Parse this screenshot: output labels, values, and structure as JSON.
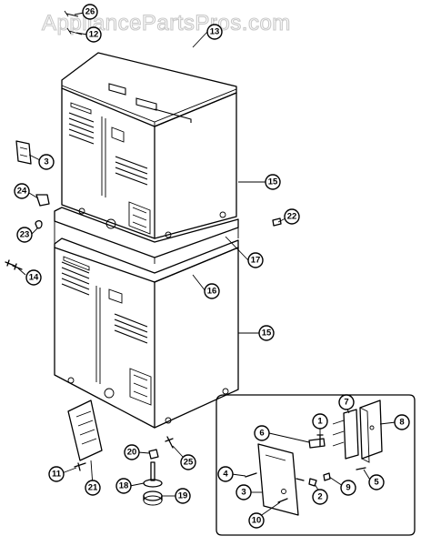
{
  "watermark": "AppliancePartsPros.com",
  "callouts": [
    {
      "id": "c26a",
      "label": "26"
    },
    {
      "id": "c12",
      "label": "12"
    },
    {
      "id": "c13",
      "label": "13"
    },
    {
      "id": "c3a",
      "label": "3"
    },
    {
      "id": "c15a",
      "label": "15"
    },
    {
      "id": "c24",
      "label": "24"
    },
    {
      "id": "c22",
      "label": "22"
    },
    {
      "id": "c23",
      "label": "23"
    },
    {
      "id": "c17",
      "label": "17"
    },
    {
      "id": "c14",
      "label": "14"
    },
    {
      "id": "c16",
      "label": "16"
    },
    {
      "id": "c15b",
      "label": "15"
    },
    {
      "id": "c20",
      "label": "20"
    },
    {
      "id": "c25",
      "label": "25"
    },
    {
      "id": "c11",
      "label": "11"
    },
    {
      "id": "c21",
      "label": "21"
    },
    {
      "id": "c18",
      "label": "18"
    },
    {
      "id": "c19",
      "label": "19"
    },
    {
      "id": "c1",
      "label": "1"
    },
    {
      "id": "c7",
      "label": "7"
    },
    {
      "id": "c6",
      "label": "6"
    },
    {
      "id": "c8",
      "label": "8"
    },
    {
      "id": "c4",
      "label": "4"
    },
    {
      "id": "c5",
      "label": "5"
    },
    {
      "id": "c3b",
      "label": "3"
    },
    {
      "id": "c2",
      "label": "2"
    },
    {
      "id": "c9",
      "label": "9"
    },
    {
      "id": "c10",
      "label": "10"
    }
  ]
}
